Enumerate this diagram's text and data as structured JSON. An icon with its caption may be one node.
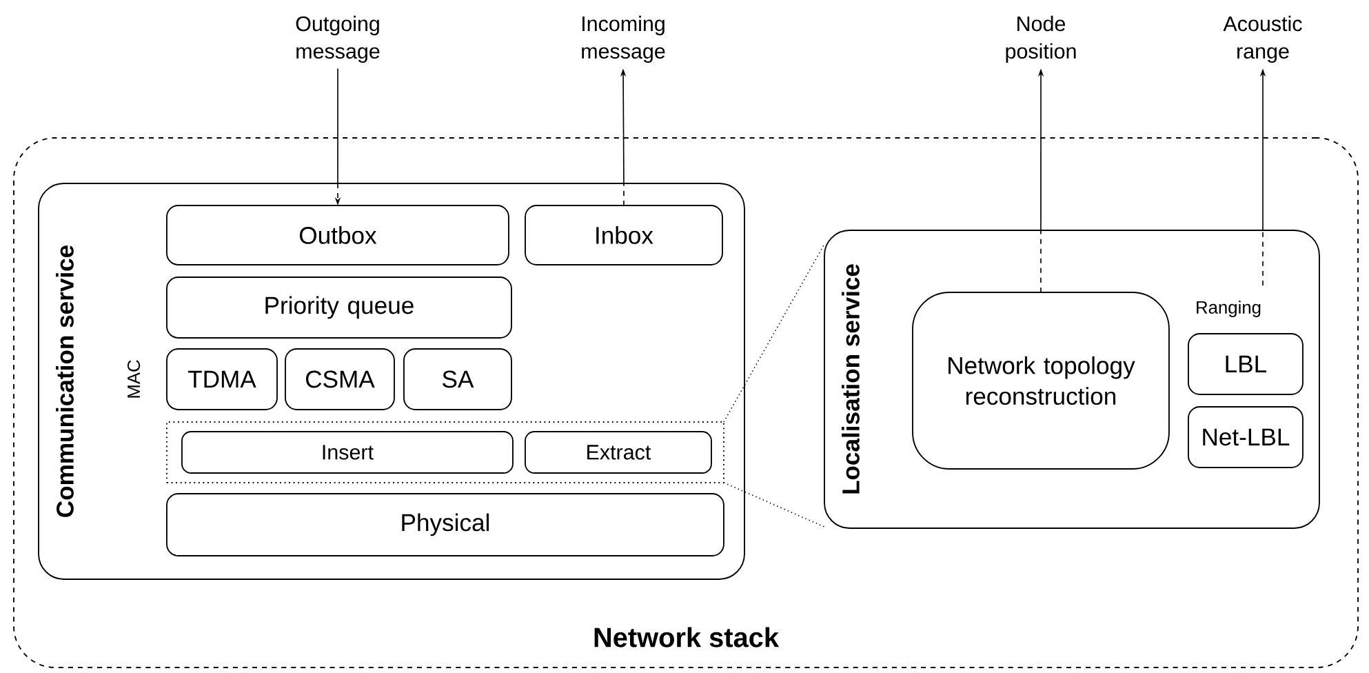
{
  "diagram": {
    "nodes": [
      {
        "text": [
          "Network stack"
        ]
      },
      {
        "text": [
          "Communication service"
        ],
        "in": 0
      },
      {
        "text": [
          "Outbox"
        ],
        "in": 1
      },
      {
        "text": [
          "Inbox"
        ],
        "in": 1
      },
      {
        "text": [
          "Priority queue"
        ],
        "in": 1
      },
      {
        "text": [
          "TDMA"
        ],
        "in": 1
      },
      {
        "text": [
          "CSMA"
        ],
        "in": 1
      },
      {
        "text": [
          "SA"
        ],
        "in": 1
      },
      {
        "text": [],
        "shape": "box",
        "in": 1
      },
      {
        "text": [
          "Insert"
        ],
        "in": 8
      },
      {
        "text": [
          "Extract"
        ],
        "in": 8
      },
      {
        "text": [
          "Physical"
        ],
        "in": 1
      },
      {
        "text": [
          "Localisation service"
        ],
        "in": 0
      },
      {
        "text": [
          "Network topology reconstruction"
        ],
        "in": 12
      },
      {
        "text": [
          "LBL"
        ],
        "in": 12
      },
      {
        "text": [
          "Net-LBL"
        ],
        "in": 12
      },
      {
        "text": [
          "Outgoing message"
        ]
      },
      {
        "text": [
          "Incoming message"
        ]
      },
      {
        "text": [
          "Node position"
        ]
      },
      {
        "text": [
          "Acoustic range"
        ]
      }
    ],
    "edges": [
      {
        "from": 16,
        "to": 2,
        "arrow": "to"
      },
      {
        "from": 3,
        "to": 17,
        "arrow": "to"
      },
      {
        "from": 13,
        "to": 18,
        "arrow": "to"
      },
      {
        "from": null,
        "to": 19,
        "arrow": "to"
      },
      {
        "from": 8,
        "to": 12,
        "arrow": "none",
        "style": "dashed"
      },
      {
        "from": 8,
        "to": 12,
        "arrow": "none",
        "style": "dashed"
      }
    ],
    "labels": [
      "MAC",
      "Ranging"
    ]
  }
}
